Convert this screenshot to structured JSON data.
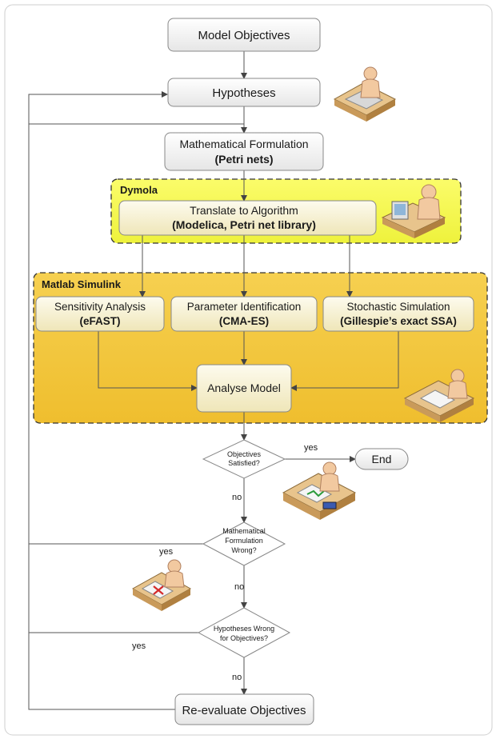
{
  "nodes": {
    "model_objectives": "Model Objectives",
    "hypotheses": "Hypotheses",
    "math_formulation": {
      "line1": "Mathematical Formulation",
      "line2": "(Petri nets)"
    },
    "translate": {
      "line1": "Translate to Algorithm",
      "line2": "(Modelica, Petri net library)"
    },
    "sensitivity": {
      "line1": "Sensitivity Analysis",
      "line2": "(eFAST)"
    },
    "parameter": {
      "line1": "Parameter Identification",
      "line2": "(CMA-ES)"
    },
    "stochastic": {
      "line1": "Stochastic Simulation",
      "line2": "(Gillespie’s exact SSA)"
    },
    "analyse": "Analyse Model",
    "end": "End",
    "reevaluate": "Re-evaluate Objectives"
  },
  "groups": {
    "dymola": "Dymola",
    "matlab": "Matlab Simulink"
  },
  "decisions": {
    "objectives_satisfied": {
      "line1": "Objectives",
      "line2": "Satisfied?"
    },
    "math_wrong": {
      "line1": "Mathematical",
      "line2": "Formulation",
      "line3": "Wrong?"
    },
    "hyp_wrong": {
      "line1": "Hypotheses Wrong",
      "line2": "for Objectives?"
    }
  },
  "edge_labels": {
    "yes1": "yes",
    "no1": "no",
    "yes2": "yes",
    "no2": "no",
    "yes3": "yes",
    "no3": "no"
  },
  "colors": {
    "dymola_fill": "#f4f54a",
    "matlab_fill": "#f2c535",
    "box_fill_top": "#ffffff",
    "box_fill_bottom": "#e9e9e9",
    "inner_box_fill": "#f9f4d9",
    "line": "#555555"
  },
  "illustrations": [
    "person-drafting-icon",
    "person-computer-icon",
    "person-desk-icon",
    "person-chart-icon",
    "person-reject-icon"
  ]
}
